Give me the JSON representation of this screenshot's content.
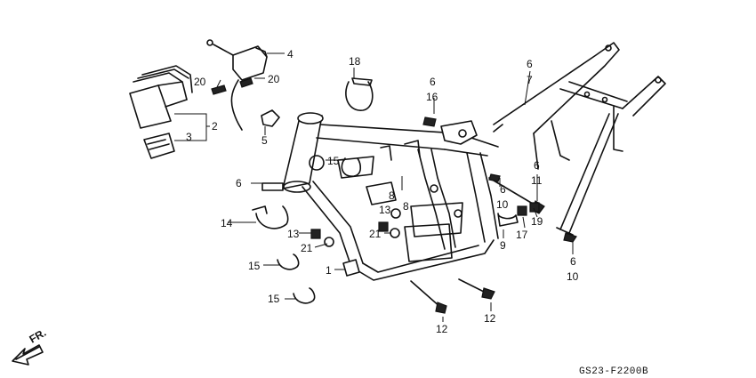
{
  "diagram": {
    "diagram_code": "GS23-F2200B",
    "direction_label": "FR.",
    "callouts": [
      {
        "id": "c-4",
        "text": "4"
      },
      {
        "id": "c-18",
        "text": "18"
      },
      {
        "id": "c-6-top",
        "text": "6"
      },
      {
        "id": "c-16",
        "text": "16"
      },
      {
        "id": "c-6-right",
        "text": "6"
      },
      {
        "id": "c-7",
        "text": "7"
      },
      {
        "id": "c-20-left",
        "text": "20"
      },
      {
        "id": "c-20-right",
        "text": "20"
      },
      {
        "id": "c-2",
        "text": "2"
      },
      {
        "id": "c-3",
        "text": "3"
      },
      {
        "id": "c-5",
        "text": "5"
      },
      {
        "id": "c-15-upper",
        "text": "15"
      },
      {
        "id": "c-6-mid",
        "text": "6"
      },
      {
        "id": "c-11",
        "text": "11"
      },
      {
        "id": "c-6-left",
        "text": "6"
      },
      {
        "id": "c-8-a",
        "text": "8"
      },
      {
        "id": "c-8-b",
        "text": "8"
      },
      {
        "id": "c-6-c",
        "text": "6"
      },
      {
        "id": "c-10-a",
        "text": "10"
      },
      {
        "id": "c-14",
        "text": "14"
      },
      {
        "id": "c-13-a",
        "text": "13"
      },
      {
        "id": "c-13-b",
        "text": "13"
      },
      {
        "id": "c-19",
        "text": "19"
      },
      {
        "id": "c-21-b",
        "text": "21"
      },
      {
        "id": "c-9",
        "text": "9"
      },
      {
        "id": "c-17",
        "text": "17"
      },
      {
        "id": "c-21-a",
        "text": "21"
      },
      {
        "id": "c-15-mid",
        "text": "15"
      },
      {
        "id": "c-6-d",
        "text": "6"
      },
      {
        "id": "c-1",
        "text": "1"
      },
      {
        "id": "c-10-b",
        "text": "10"
      },
      {
        "id": "c-15-low",
        "text": "15"
      },
      {
        "id": "c-12-a",
        "text": "12"
      },
      {
        "id": "c-12-b",
        "text": "12"
      }
    ]
  }
}
